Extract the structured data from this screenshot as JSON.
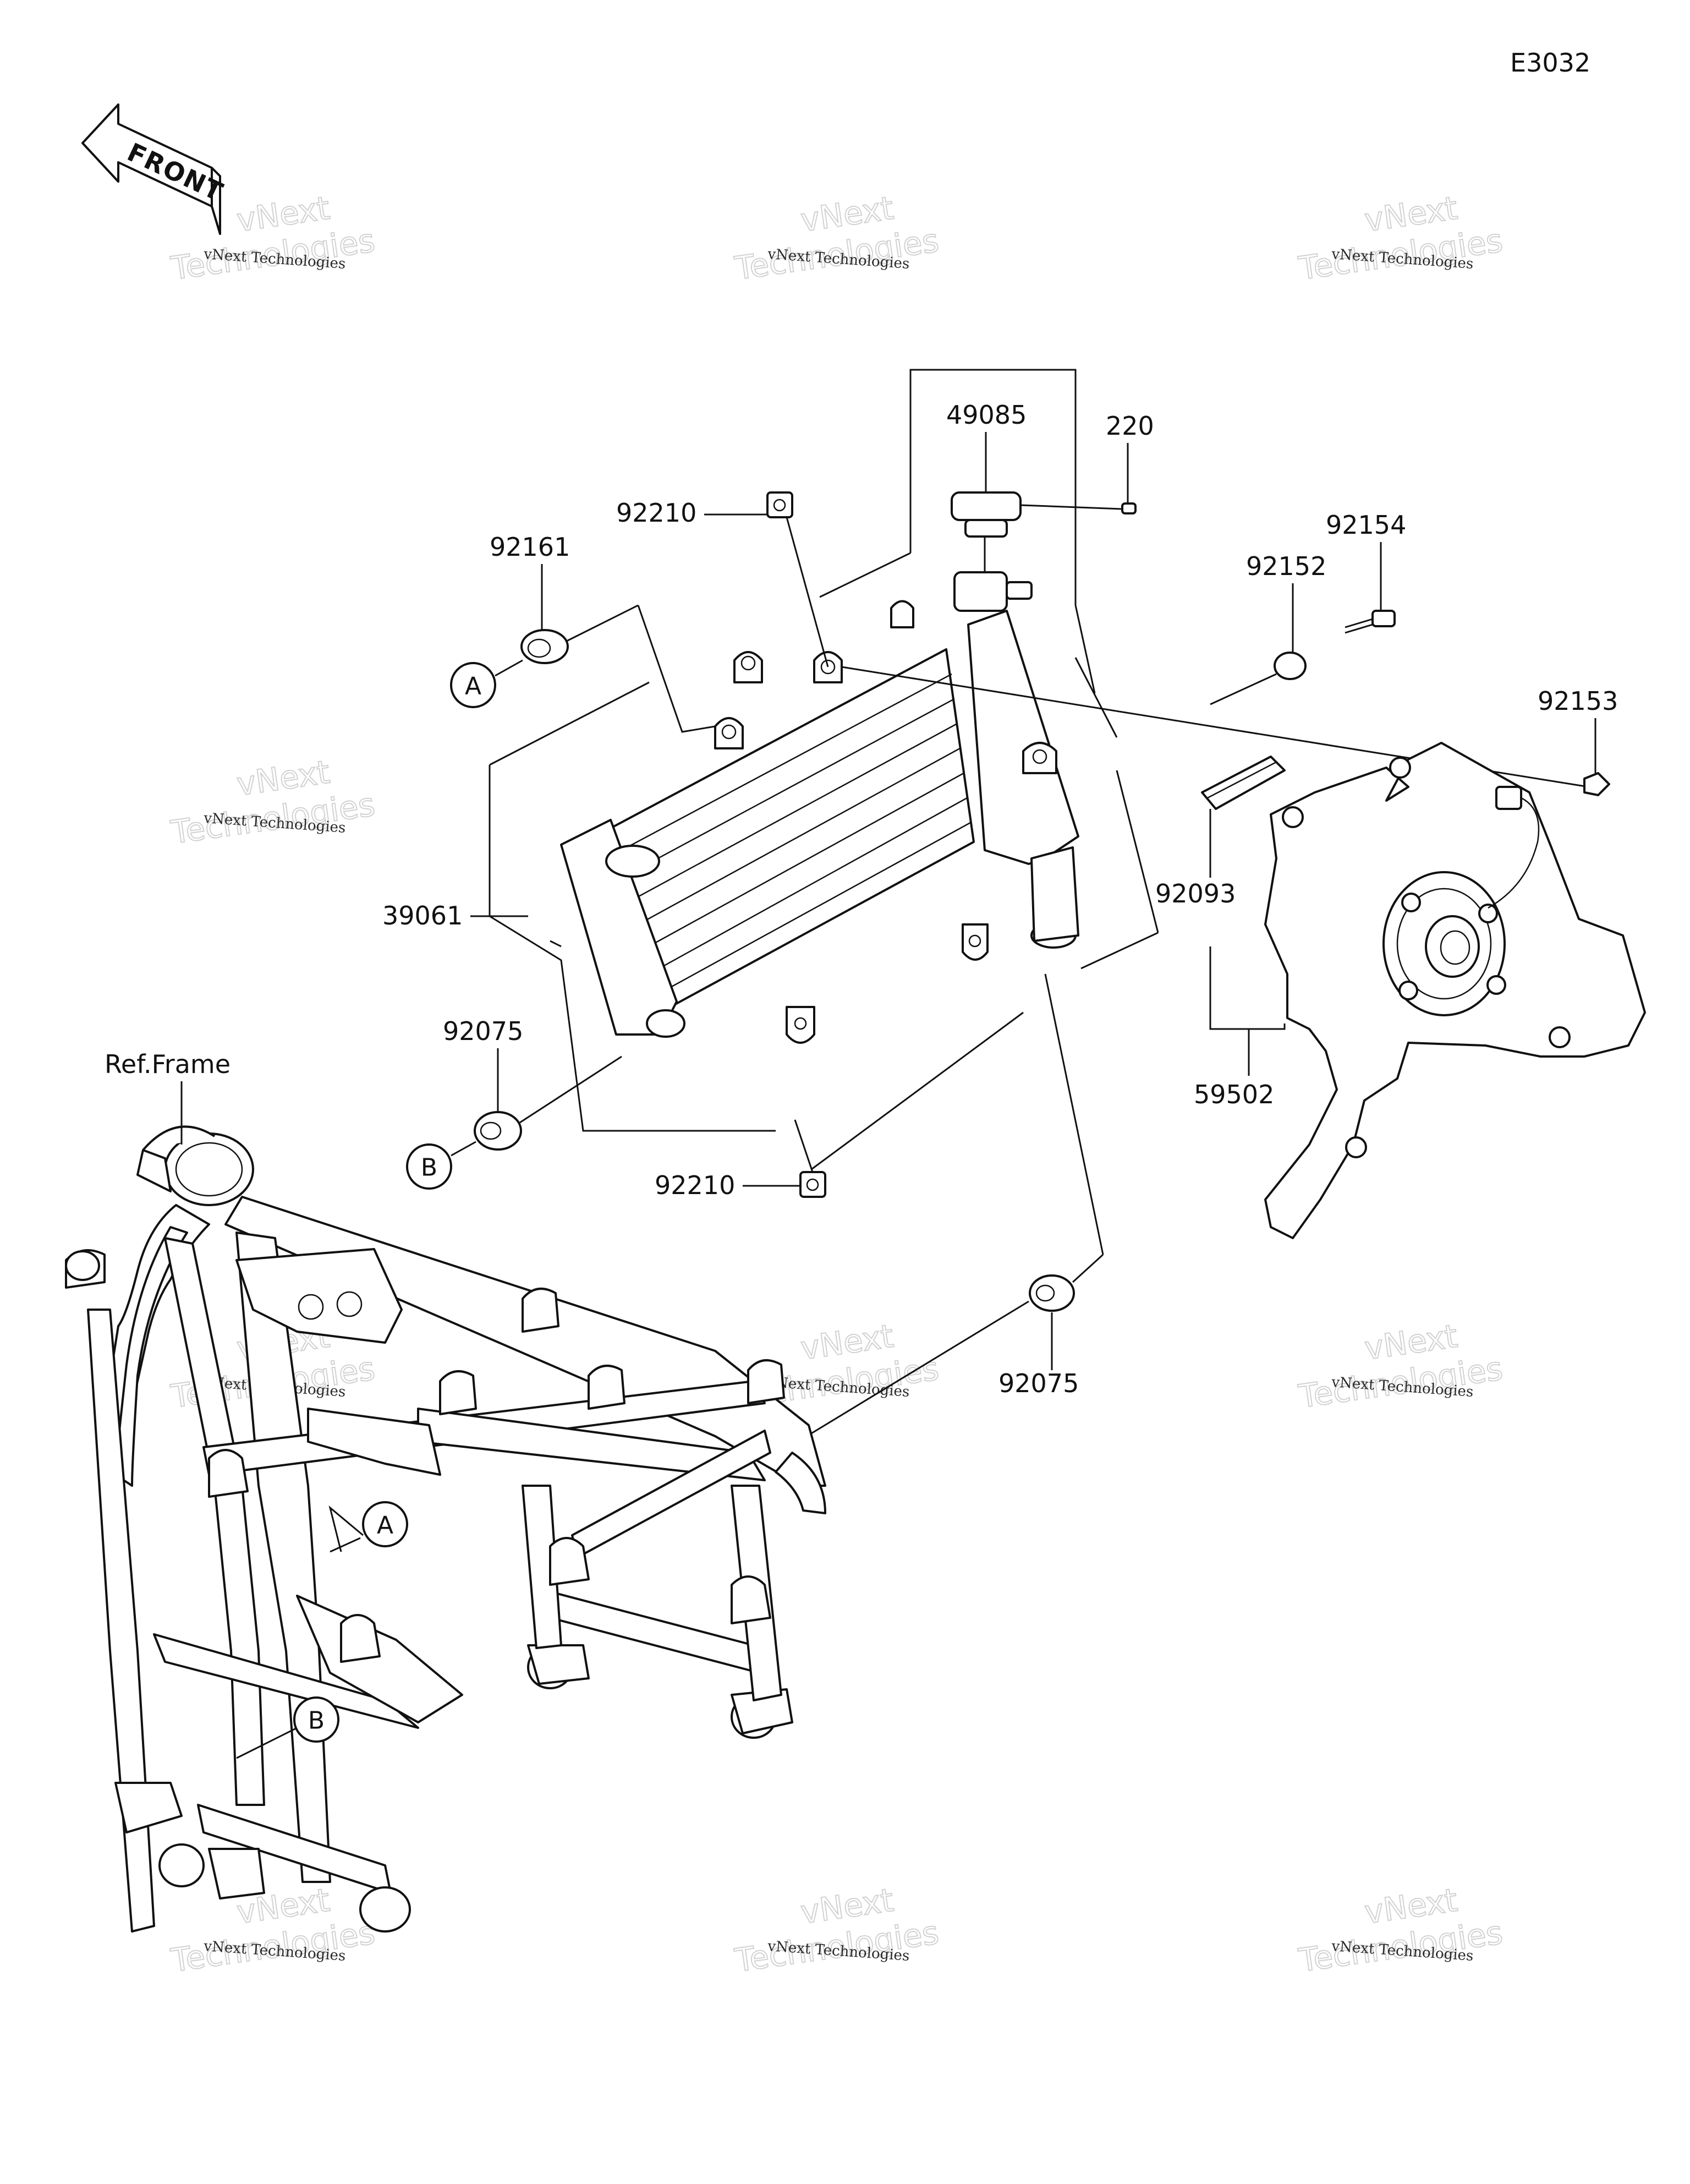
{
  "diagram_code": "E3032",
  "front_label": "FRONT",
  "ref_frame_label": "Ref.Frame",
  "watermark": {
    "line1": "vNext Technologies",
    "line2": "vNext",
    "line3": "Technologies"
  },
  "parts": [
    {
      "id": "p49085",
      "number": "49085"
    },
    {
      "id": "p220",
      "number": "220"
    },
    {
      "id": "p92210_top",
      "number": "92210"
    },
    {
      "id": "p92161",
      "number": "92161"
    },
    {
      "id": "p92154",
      "number": "92154"
    },
    {
      "id": "p92152",
      "number": "92152"
    },
    {
      "id": "p92153",
      "number": "92153"
    },
    {
      "id": "p39061",
      "number": "39061"
    },
    {
      "id": "p92093",
      "number": "92093"
    },
    {
      "id": "p92075_left",
      "number": "92075"
    },
    {
      "id": "p59502",
      "number": "59502"
    },
    {
      "id": "p92210_bottom",
      "number": "92210"
    },
    {
      "id": "p92075_right",
      "number": "92075"
    }
  ],
  "callouts": {
    "a": "A",
    "b": "B"
  }
}
